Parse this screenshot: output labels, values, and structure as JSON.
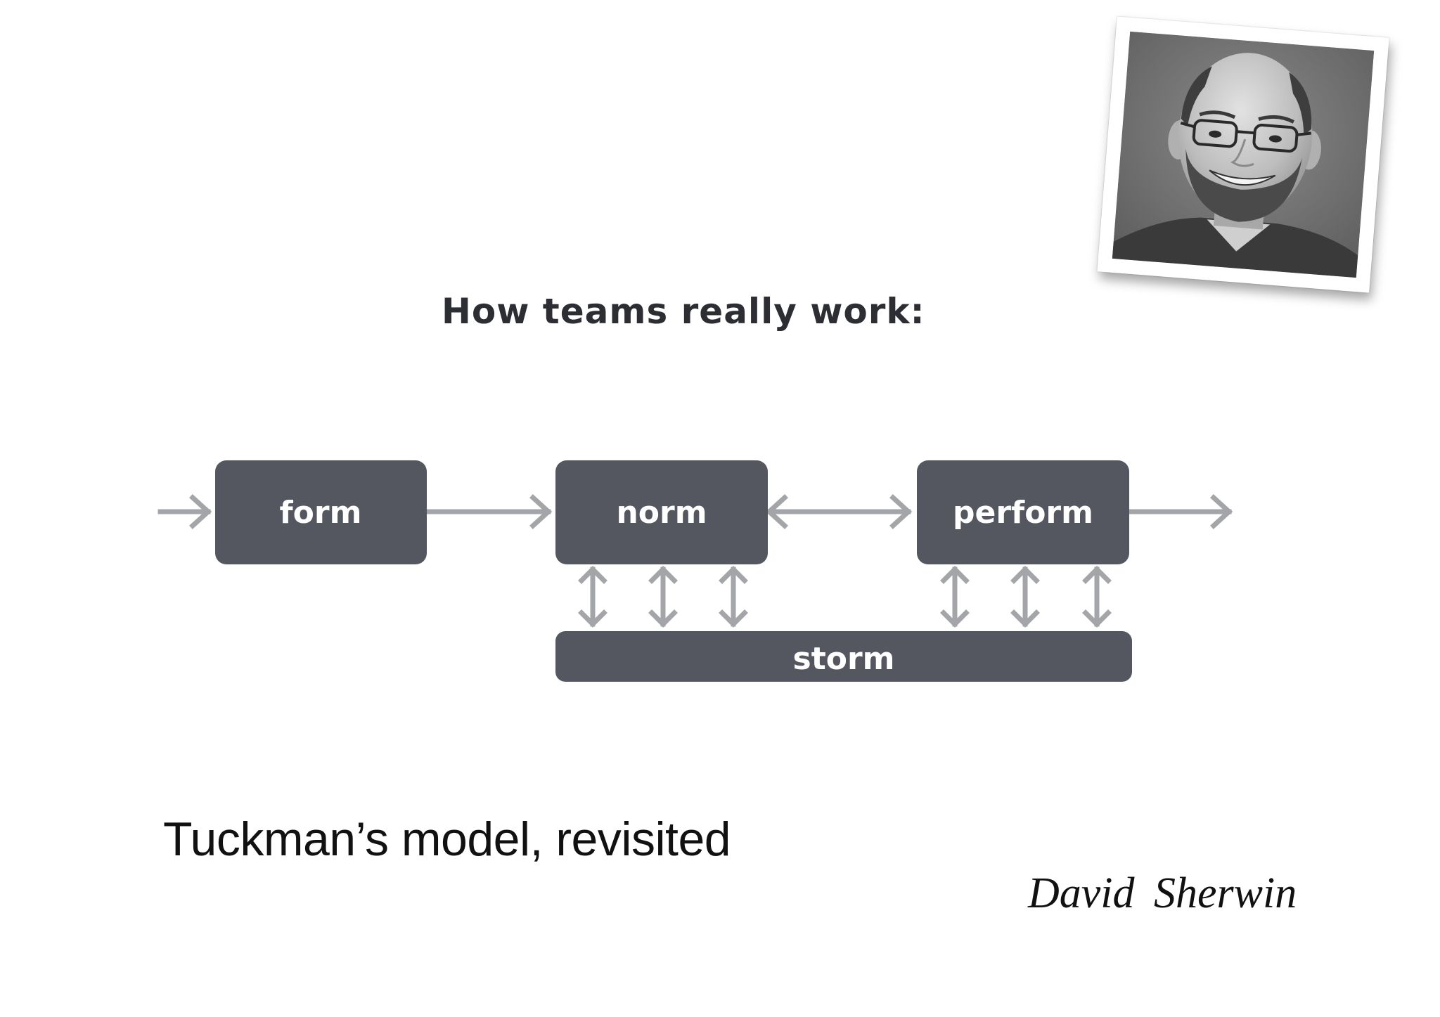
{
  "diagram": {
    "title_normal_1": "How teams ",
    "title_bold": "really",
    "title_normal_2": " work:",
    "nodes": {
      "form": "form",
      "norm": "norm",
      "perform": "perform",
      "storm": "storm"
    }
  },
  "caption": "Tuckman’s model, revisited",
  "signature": "David  Sherwin",
  "colors": {
    "box": "#545760",
    "arrow": "#a3a5a8",
    "text": "#2c2e33"
  },
  "photo": {
    "icon": "portrait-photo"
  }
}
